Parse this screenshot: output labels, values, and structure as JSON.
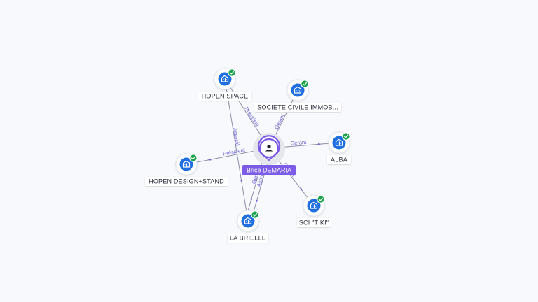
{
  "center": {
    "label": "Brice DEMARIA",
    "icon": "person-icon",
    "color": "#7c5ce6"
  },
  "companies": [
    {
      "id": "hopen-space",
      "label": "HOPEN SPACE",
      "icon": "building-icon",
      "verified": true
    },
    {
      "id": "societe-civile",
      "label": "SOCIETE CIVILE IMMOB...",
      "icon": "building-icon",
      "verified": true
    },
    {
      "id": "alba",
      "label": "ALBA",
      "icon": "building-icon",
      "verified": true
    },
    {
      "id": "sci-tiki",
      "label": "SCI \"TIKI\"",
      "icon": "building-icon",
      "verified": true
    },
    {
      "id": "la-brielle",
      "label": "LA BRIELLE",
      "icon": "building-icon",
      "verified": true
    },
    {
      "id": "hopen-design",
      "label": "HOPEN DESIGN+STAND",
      "icon": "building-icon",
      "verified": true
    }
  ],
  "edges": [
    {
      "from": "center",
      "to": "hopen-space",
      "label": "Président"
    },
    {
      "from": "center",
      "to": "societe-civile",
      "label": "Gérant"
    },
    {
      "from": "center",
      "to": "alba",
      "label": "Gérant"
    },
    {
      "from": "center",
      "to": "sci-tiki",
      "label": "Gérant"
    },
    {
      "from": "center",
      "to": "la-brielle",
      "label": "Gérant"
    },
    {
      "from": "center",
      "to": "la-brielle",
      "label": "Associé"
    },
    {
      "from": "center",
      "to": "hopen-design",
      "label": "Président"
    },
    {
      "from": "hopen-space",
      "to": "la-brielle",
      "label": "Associé"
    }
  ],
  "colors": {
    "node": "#1f6fe0",
    "verified": "#16a34a",
    "edge_label": "#6b5fd6"
  }
}
